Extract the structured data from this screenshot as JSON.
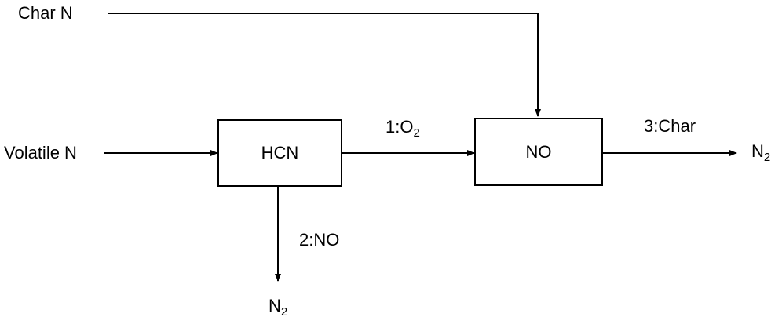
{
  "inputs": {
    "char_n": "Char N",
    "volatile_n": "Volatile N"
  },
  "nodes": {
    "hcn": "HCN",
    "no": "NO"
  },
  "reactions": {
    "r1_prefix": "1:O",
    "r1_sub": "2",
    "r2": "2:NO",
    "r3": "3:Char"
  },
  "outputs": {
    "n2_symbol": "N",
    "n2_sub": "2"
  },
  "colors": {
    "stroke": "#000000",
    "background": "#ffffff"
  }
}
